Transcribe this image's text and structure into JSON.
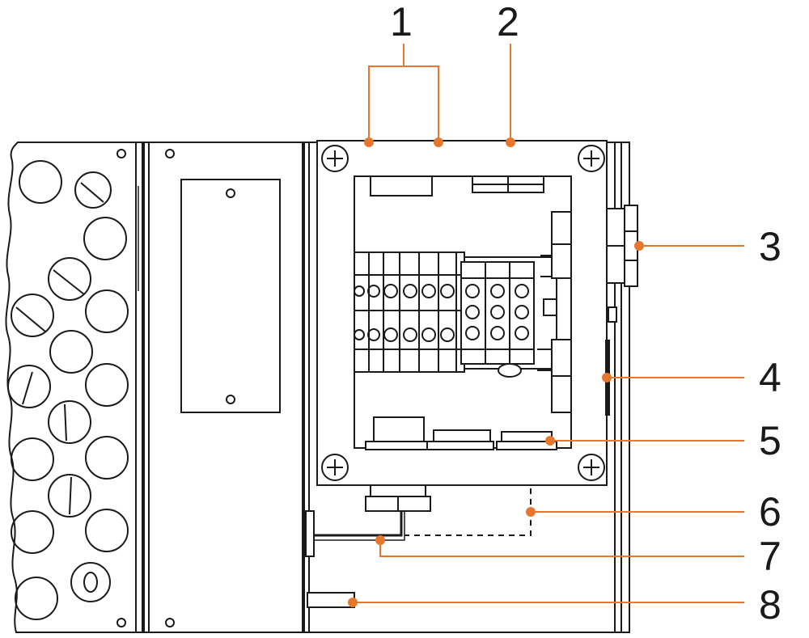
{
  "colors": {
    "line": "#1a1a1a",
    "accent": "#e8772e",
    "background": "#ffffff"
  },
  "callouts": [
    {
      "id": "1",
      "label": "1"
    },
    {
      "id": "2",
      "label": "2"
    },
    {
      "id": "3",
      "label": "3"
    },
    {
      "id": "4",
      "label": "4"
    },
    {
      "id": "5",
      "label": "5"
    },
    {
      "id": "6",
      "label": "6"
    },
    {
      "id": "7",
      "label": "7"
    },
    {
      "id": "8",
      "label": "8"
    }
  ]
}
